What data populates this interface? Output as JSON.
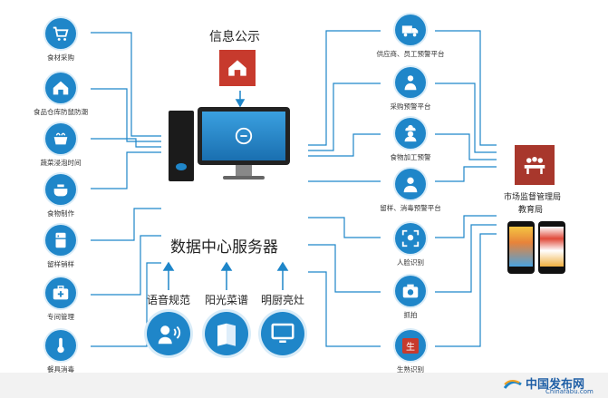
{
  "info_publish": {
    "label": "信息公示"
  },
  "server": {
    "label": "数据中心服务器"
  },
  "left": [
    {
      "label": "食材采购",
      "icon": "cart-icon"
    },
    {
      "label": "食品仓库防鼠防潮",
      "icon": "house-icon"
    },
    {
      "label": "蔬菜浸泡时间",
      "icon": "basin-icon"
    },
    {
      "label": "食物制作",
      "icon": "pot-icon"
    },
    {
      "label": "留样销样",
      "icon": "fridge-icon"
    },
    {
      "label": "专间管理",
      "icon": "medkit-icon"
    },
    {
      "label": "餐具消毒",
      "icon": "thermometer-icon"
    }
  ],
  "right": [
    {
      "label": "供应商、员工预警平台",
      "icon": "truck-icon"
    },
    {
      "label": "采购预警平台",
      "icon": "worker-icon"
    },
    {
      "label": "食物加工预警",
      "icon": "chef-icon"
    },
    {
      "label": "留样、消毒预警平台",
      "icon": "user-icon"
    },
    {
      "label": "人脸识别",
      "icon": "face-icon"
    },
    {
      "label": "抓拍",
      "icon": "camera-icon"
    },
    {
      "label": "生熟识别",
      "icon": "tag-icon",
      "tag_text": "生"
    }
  ],
  "bottom": [
    {
      "label": "语音规范",
      "icon": "voice-icon"
    },
    {
      "label": "阳光菜谱",
      "icon": "menu-icon"
    },
    {
      "label": "明厨亮灶",
      "icon": "monitor-icon"
    }
  ],
  "agency": {
    "label_line1": "市场监督管理局",
    "label_line2": "教育局"
  },
  "watermark": {
    "cn": "中国发布网",
    "en": "Chinafabu.com"
  },
  "colors": {
    "accent": "#1f86c9",
    "house_red": "#c73a2d",
    "agency_red": "#a8372c"
  }
}
